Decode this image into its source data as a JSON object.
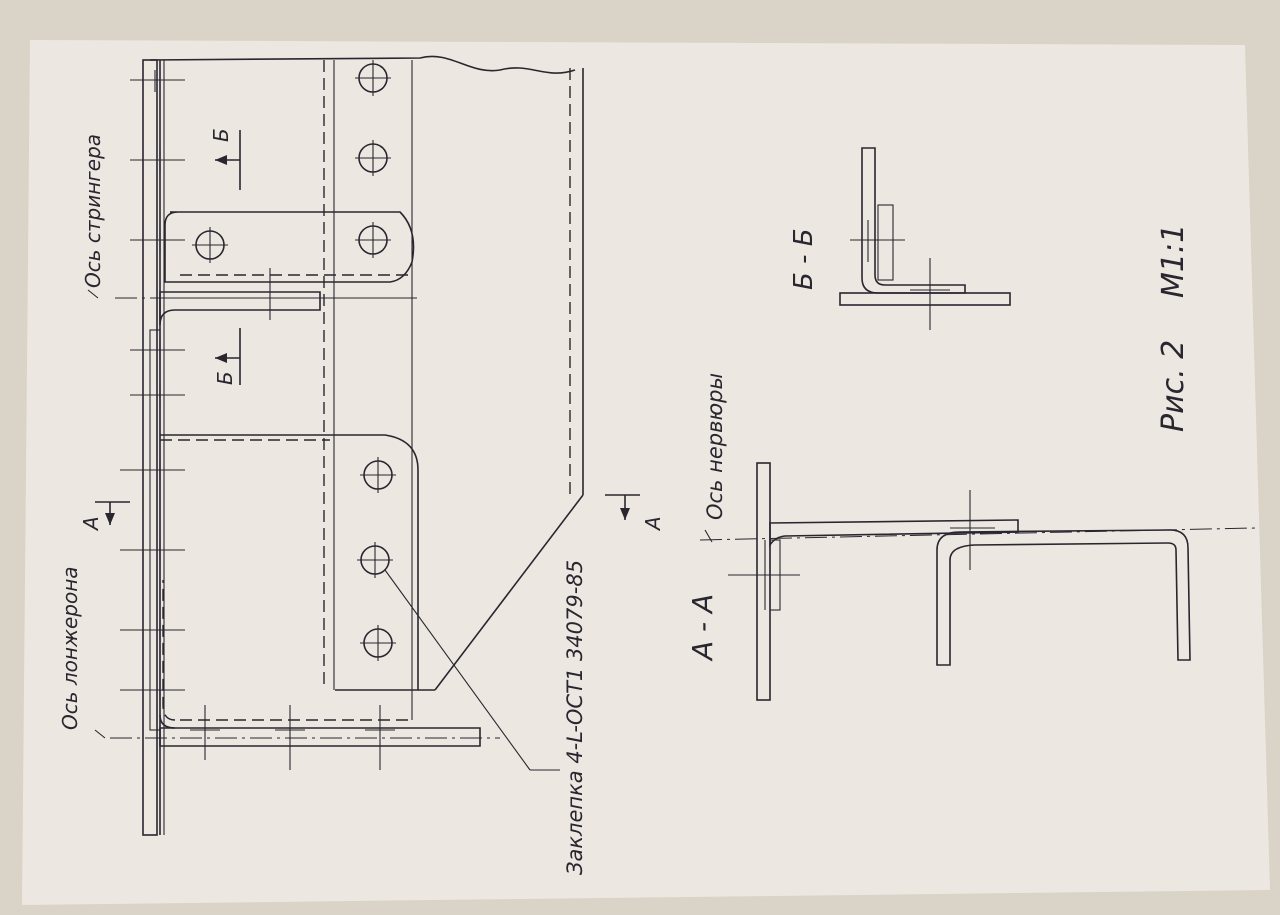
{
  "drawing": {
    "label_stringer_axis": "Ось стрингера",
    "label_spar_axis": "Ось лонжерона",
    "label_rib_axis": "Ось нервюры",
    "label_rivet": "Заклепка 4-L-ОСТ1 34079-85",
    "section_bb_title": "Б - Б",
    "section_aa_title": "А - А",
    "section_mark_b": "Б",
    "section_mark_a": "А",
    "figure_caption": "Рис. 2",
    "scale": "М1:1"
  },
  "colors": {
    "paper": "#ece8e1",
    "ink": "#2a2630",
    "background": "#d9d3c8"
  }
}
